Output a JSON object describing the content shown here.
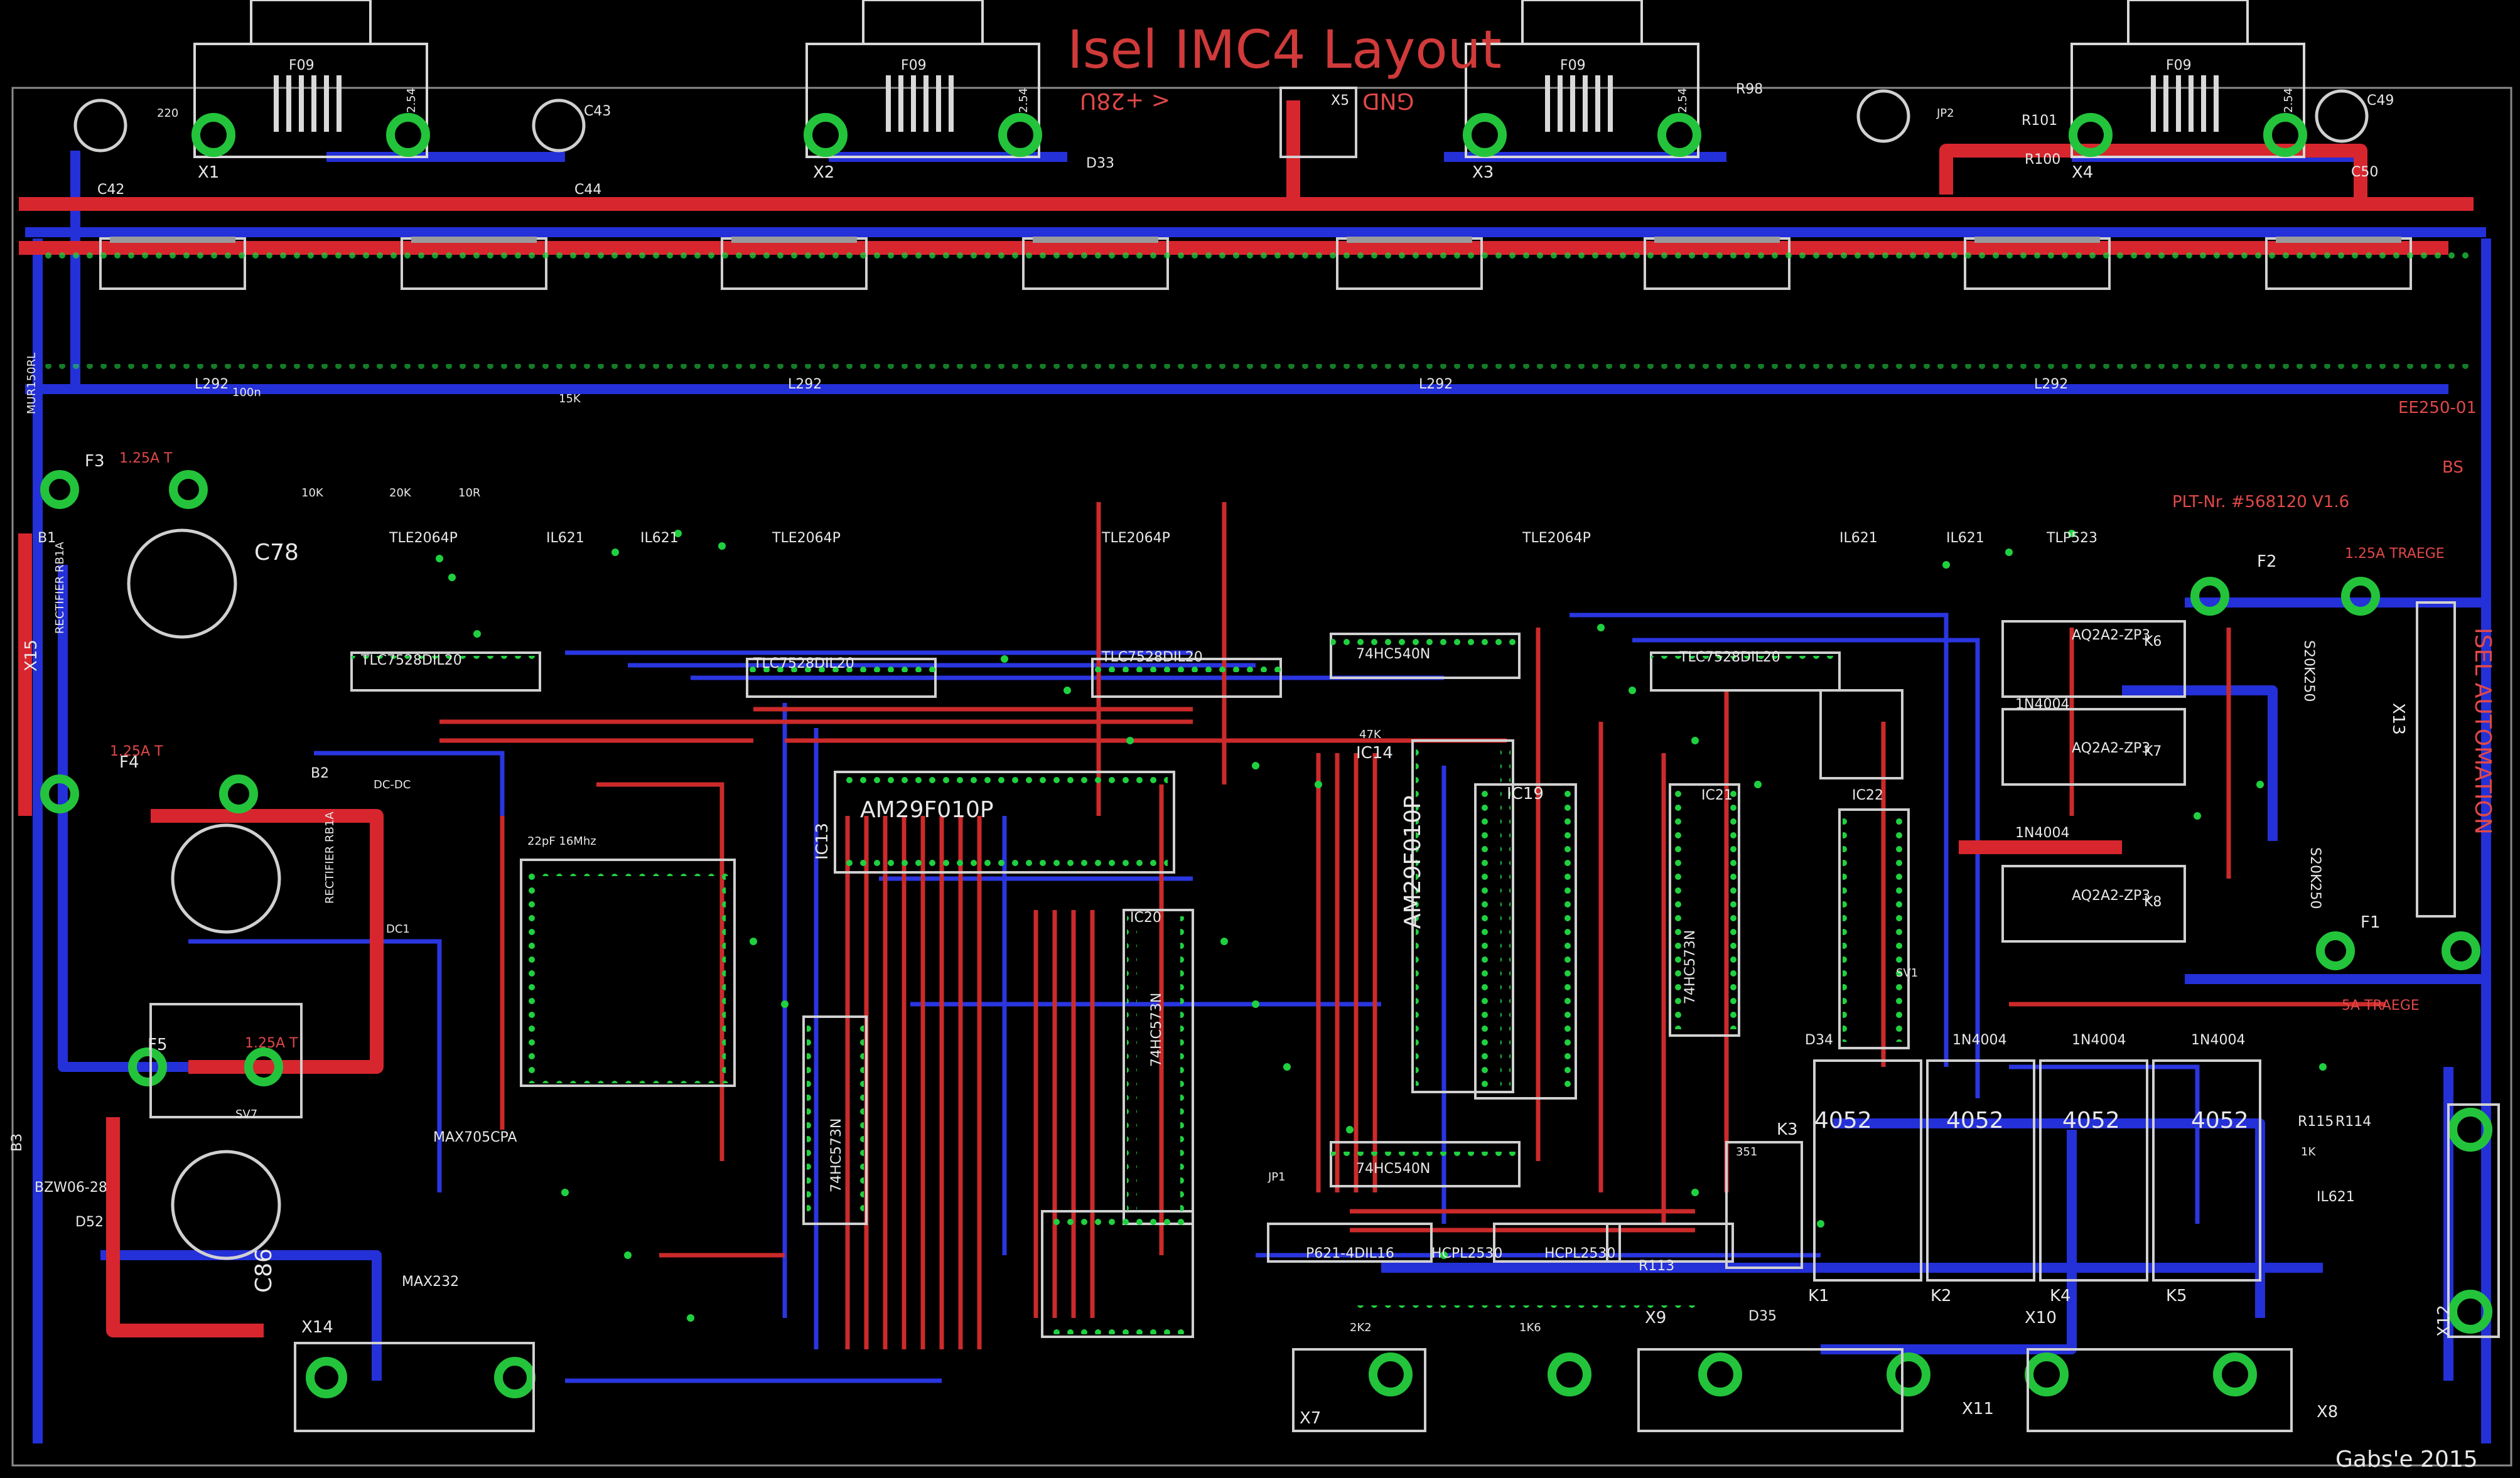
{
  "title": "Isel IMC4 Layout",
  "footer": "Gabs'e 2015",
  "supply_labels": {
    "v28": "< +28U",
    "gnd": "GND"
  },
  "plate_number": "PLT-Nr. #568120  V1.6",
  "board_code": "EE250-01",
  "initials": "BS",
  "isel_automation": "ISEL AUTOMATION",
  "fuses": {
    "f1": "F1",
    "f2": "F2",
    "f3": "F3",
    "f4": "F4",
    "f5": "F5",
    "f1_value": "5A TRAEGE",
    "f2_value": "1.25A TRAEGE",
    "f3_value": "1.25A T",
    "f4_value": "1.25A T",
    "f5_value": "1.25A T"
  },
  "connectors": {
    "x1": "X1",
    "x2": "X2",
    "x3": "X3",
    "x4": "X4",
    "x5": "X5",
    "x7": "X7",
    "x8": "X8",
    "x9": "X9",
    "x10": "X10",
    "x11": "X11",
    "x12": "X12",
    "x13": "X13",
    "x14": "X14",
    "x15": "X15",
    "f09": "F09",
    "pin_2_54": "2.54"
  },
  "chips": {
    "am29_1": "AM29F010P",
    "am29_2": "AM29F010P",
    "tle_1": "TLE2064P",
    "tle_2": "TLE2064P",
    "tle_3": "TLE2064P",
    "tle_4": "TLE2064P",
    "tlc_1": "TLC7528DIL20",
    "tlc_2": "TLC7528DIL20",
    "tlc_3": "TLC7528DIL20",
    "tlc_4": "TLC7528DIL20",
    "hc540_1": "74HC540N",
    "hc540_2": "74HC540N",
    "hc573_1": "74HC573N",
    "hc573_2": "74HC573N",
    "hc573_3": "74HC573N",
    "max705": "MAX705CPA",
    "max232": "MAX232",
    "il621_1": "IL621",
    "il621_2": "IL621",
    "il621_3": "IL621",
    "il621_4": "IL621",
    "il621_5": "IL621",
    "tlp523": "TLP523",
    "hcpl_1": "HCPL2530",
    "hcpl_2": "HCPL2530",
    "p621": "P621-4DIL16",
    "ic13": "IC13",
    "ic14": "IC14",
    "ic19": "IC19",
    "ic20": "IC20",
    "ic22": "IC22",
    "ic21": "IC21",
    "l292": "L292",
    "mur": "MUR150RL"
  },
  "relays": {
    "k1": "K1",
    "k2": "K2",
    "k3": "K3",
    "k4": "K4",
    "k5": "K5",
    "k6": "K6",
    "k7": "K7",
    "k8": "K8",
    "r4052": "4052",
    "n4004": "1N4004",
    "aq2a2": "AQ2A2-ZP3",
    "s20k": "S20K250"
  },
  "misc": {
    "c78": "C78",
    "c86": "C86",
    "c43": "C43",
    "c49": "C49",
    "c50": "C50",
    "c44": "C44",
    "c42": "C42",
    "d33": "D33",
    "d35": "D35",
    "d34": "D34",
    "d52": "D52",
    "bzw": "BZW06-28",
    "r98": "R98",
    "r100": "R100",
    "r101": "R101",
    "r113": "R113",
    "r114": "R114",
    "r115": "R115",
    "rectifier": "RECTIFIER RB1A",
    "cdc": "DC-DC",
    "b1": "B1",
    "b2": "B2",
    "b3": "B3",
    "k220": "220",
    "r10k": "10K",
    "r20k": "20K",
    "r10r": "10R",
    "r2k2": "2K2",
    "r1k6": "1K6",
    "n100": "100n",
    "k15": "15K",
    "k47": "47K",
    "k1": "1K",
    "jp1": "JP1",
    "jp2": "JP2",
    "sv1": "SV1",
    "sv7": "SV7",
    "n351": "351",
    "dc1": "DC1",
    "osc": "22pF 16Mhz"
  }
}
